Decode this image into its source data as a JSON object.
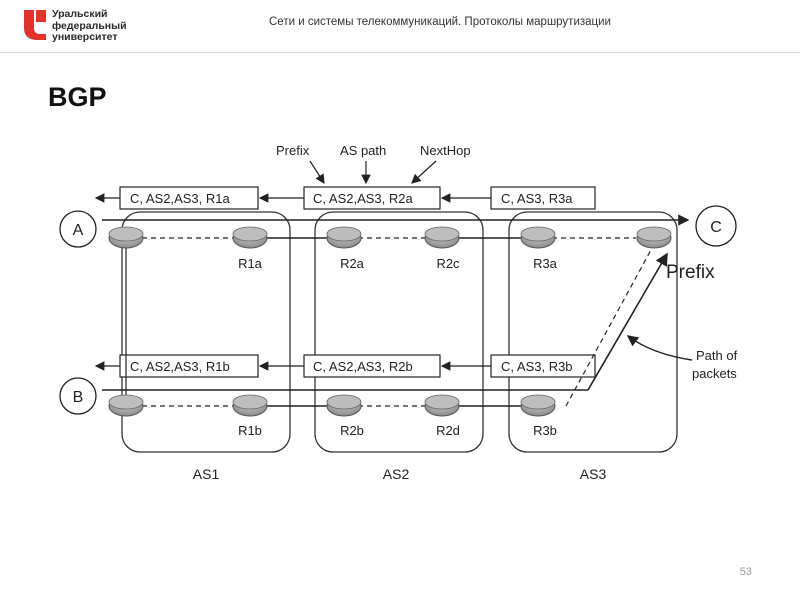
{
  "header": {
    "logo_text": "Уральский\nфедеральный\nуниверситет",
    "course_title": "Сети и системы телекоммуникаций. Протоколы маршрутизации"
  },
  "slide": {
    "title": "BGP",
    "page_number": "53"
  },
  "diagram": {
    "top_labels": {
      "prefix": "Prefix",
      "as_path": "AS path",
      "nexthop": "NextHop"
    },
    "announcements_top": [
      "C,  AS2,AS3, R1a",
      "C,  AS2,AS3, R2a",
      "C, AS3, R3a"
    ],
    "announcements_bottom": [
      "C,  AS2,AS3, R1b",
      "C,  AS2,AS3, R2b",
      "C, AS3, R3b"
    ],
    "hosts": {
      "a": "A",
      "b": "B",
      "c": "C"
    },
    "routers_top": [
      "R1a",
      "R2a",
      "R2c",
      "R3a"
    ],
    "routers_bottom": [
      "R1b",
      "R2b",
      "R2d",
      "R3b"
    ],
    "as_labels": [
      "AS1",
      "AS2",
      "AS3"
    ],
    "prefix_label": "Prefix",
    "path_label_line1": "Path of",
    "path_label_line2": "packets"
  },
  "colors": {
    "router_fill": "#a9a9a9",
    "line": "#222222",
    "background": "#ffffff"
  }
}
